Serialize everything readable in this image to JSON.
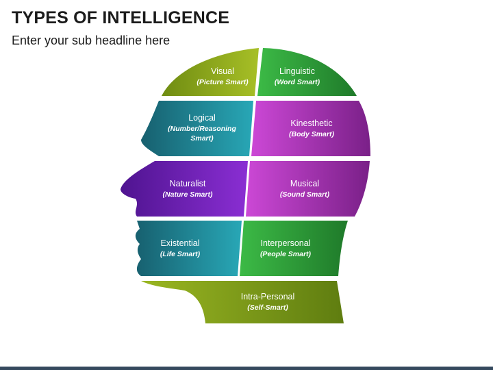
{
  "header": {
    "title": "TYPES OF INTELLIGENCE",
    "subtitle": "Enter your sub headline here"
  },
  "segments": {
    "visual": {
      "name": "Visual",
      "sub": "(Picture Smart)"
    },
    "linguistic": {
      "name": "Linguistic",
      "sub": "(Word Smart)"
    },
    "logical": {
      "name": "Logical",
      "sub_line1": "(Number/Reasoning",
      "sub_line2": "Smart)"
    },
    "kinesthetic": {
      "name": "Kinesthetic",
      "sub": "(Body Smart)"
    },
    "naturalist": {
      "name": "Naturalist",
      "sub": "(Nature Smart)"
    },
    "musical": {
      "name": "Musical",
      "sub": "(Sound Smart)"
    },
    "existential": {
      "name": "Existential",
      "sub": "(Life Smart)"
    },
    "interpersonal": {
      "name": "Interpersonal",
      "sub": "(People Smart)"
    },
    "intrapersonal": {
      "name": "Intra-Personal",
      "sub": "(Self-Smart)"
    }
  },
  "colors": {
    "olive": "#8da51e",
    "green": "#2ea03a",
    "teal": "#1d8fa0",
    "magenta": "#b43fc2",
    "purple": "#6a1fb0",
    "footer": "#35495e"
  }
}
